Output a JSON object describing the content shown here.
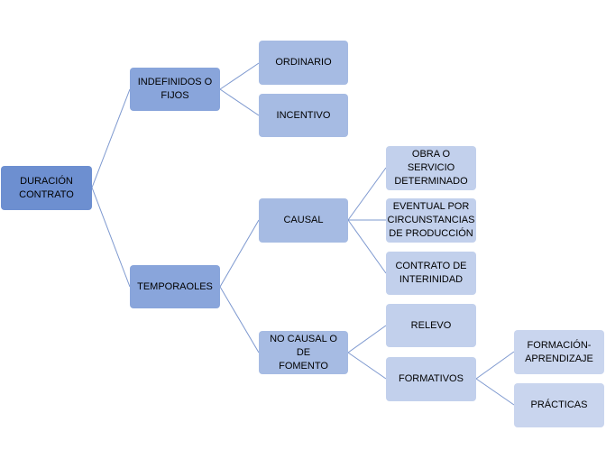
{
  "nodes": {
    "root": "DURACIÓN\nCONTRATO",
    "indefinidos": "INDEFINIDOS O\nFIJOS",
    "ordinario": "ORDINARIO",
    "incentivo": "INCENTIVO",
    "temporales": "TEMPORAOLES",
    "causal": "CAUSAL",
    "obra": "OBRA O SERVICIO\nDETERMINADO",
    "eventual": "EVENTUAL  POR\nCIRCUNSTANCIAS\nDE PRODUCCIÓN",
    "contrato": "CONTRATO  DE\nINTERINIDAD",
    "no_causal": "NO CAUSAL  O DE\nFOMENTO",
    "relevo": "RELEVO",
    "formativos": "FORMATIVOS",
    "formacion": "FORMACIÓN-\nAPRENDIZAJE",
    "practicas": "PRÁCTICAS"
  }
}
